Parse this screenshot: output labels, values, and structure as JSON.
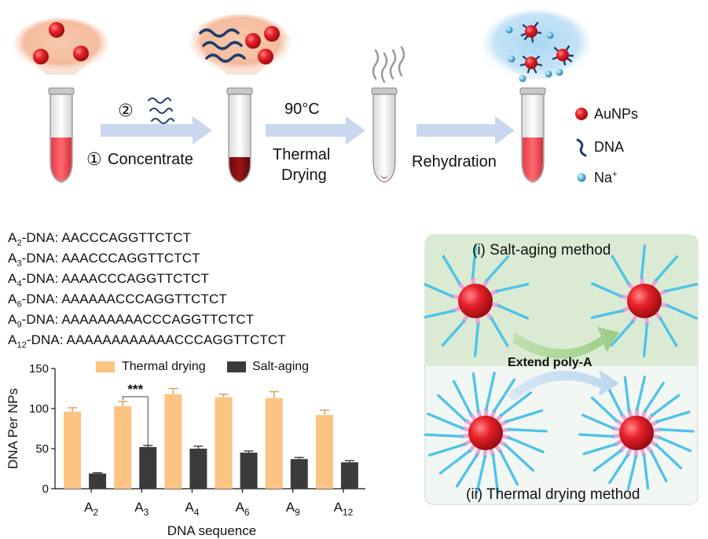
{
  "top": {
    "step_2_marker": "②",
    "step_1_marker": "①",
    "concentrate": "Concentrate",
    "temperature": "90°C",
    "thermal_drying_line1": "Thermal",
    "thermal_drying_line2": "Drying",
    "rehydration": "Rehydration",
    "legend": {
      "aunps": "AuNPs",
      "dna": "DNA",
      "na": "Na",
      "na_sup": "+"
    }
  },
  "sequences": [
    {
      "prefix": "A",
      "sub": "2",
      "text": "-DNA: AACCCAGGTTCTCT"
    },
    {
      "prefix": "A",
      "sub": "3",
      "text": "-DNA: AAACCCAGGTTCTCT"
    },
    {
      "prefix": "A",
      "sub": "4",
      "text": "-DNA: AAAACCCAGGTTCTCT"
    },
    {
      "prefix": "A",
      "sub": "6",
      "text": "-DNA: AAAAAACCCAGGTTCTCT"
    },
    {
      "prefix": "A",
      "sub": "9",
      "text": "-DNA: AAAAAAAAACCCAGGTTCTCT"
    },
    {
      "prefix": "A",
      "sub": "12",
      "text": "-DNA: AAAAAAAAAAAACCCAGGTTCTCT"
    }
  ],
  "panel": {
    "salt_aging": "(i) Salt-aging method",
    "extend": "Extend poly-A",
    "thermal": "(ii) Thermal drying method"
  },
  "chart_data": {
    "type": "bar",
    "categories": [
      "A2",
      "A3",
      "A4",
      "A6",
      "A9",
      "A12"
    ],
    "category_labels": [
      {
        "base": "A",
        "sub": "2"
      },
      {
        "base": "A",
        "sub": "3"
      },
      {
        "base": "A",
        "sub": "4"
      },
      {
        "base": "A",
        "sub": "6"
      },
      {
        "base": "A",
        "sub": "9"
      },
      {
        "base": "A",
        "sub": "12"
      }
    ],
    "series": [
      {
        "name": "Thermal drying",
        "color": "#fcc383",
        "values": [
          96,
          103,
          118,
          114,
          113,
          92
        ],
        "errors": [
          5,
          6,
          7,
          4,
          8,
          6
        ]
      },
      {
        "name": "Salt-aging",
        "color": "#3b3b3b",
        "values": [
          19,
          52,
          50,
          45,
          37,
          33
        ],
        "errors": [
          1,
          2,
          3,
          2,
          2,
          2
        ]
      }
    ],
    "xlabel": "DNA sequence",
    "ylabel": "DNA Per NPs",
    "ylim": [
      0,
      150
    ],
    "yticks": [
      0,
      50,
      100,
      150
    ],
    "annotation": "***"
  },
  "colors": {
    "arrow": "#c9d8ee",
    "gold": "#e8212a",
    "dna": "#1f3d6e",
    "strand": "#4fc3e8",
    "panel_top": "#dbebd3",
    "panel_bottom": "#f3f7f4",
    "divider": "#7a8fb0"
  }
}
